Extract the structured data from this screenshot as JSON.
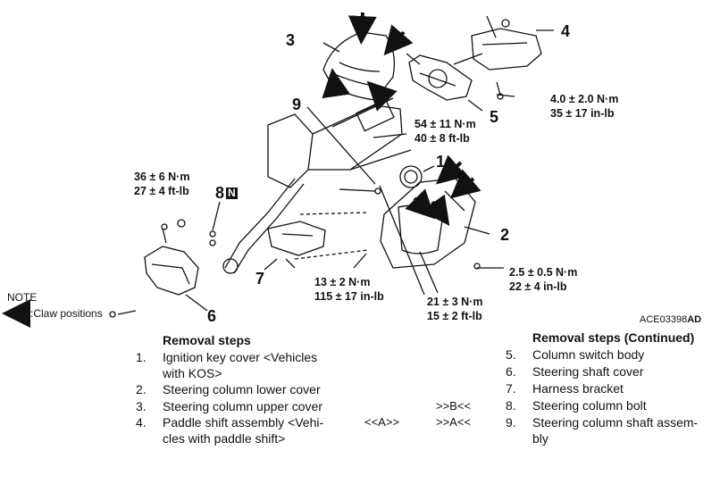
{
  "callouts": {
    "c1": "1",
    "c2": "2",
    "c3": "3",
    "c4": "4",
    "c5": "5",
    "c6": "6",
    "c7": "7",
    "c8": "8",
    "c8_badge": "N",
    "c9": "9"
  },
  "torques": {
    "t_item4": [
      "4.0 ± 2.0 N·m",
      "35 ± 17 in-lb"
    ],
    "t_upper": [
      "54 ± 11 N·m",
      "40 ± 8 ft-lb"
    ],
    "t_bolt8": [
      "36 ± 6 N·m",
      "27 ± 4 ft-lb"
    ],
    "t_bracket": [
      "13 ± 2 N·m",
      "115 ± 17 in-lb"
    ],
    "t_lower": [
      "21 ± 3 N·m",
      "15 ± 2 ft-lb"
    ],
    "t_cover2": [
      "2.5 ± 0.5 N·m",
      "22 ± 4 in-lb"
    ]
  },
  "note": {
    "title": "NOTE",
    "claw": ":Claw positions"
  },
  "figure_id": {
    "code": "ACE03398",
    "suffix": "AD"
  },
  "removal": {
    "title": "Removal steps",
    "steps": [
      {
        "num": "1.",
        "lines": [
          "Ignition key cover <Vehicles",
          "with KOS>"
        ]
      },
      {
        "num": "2.",
        "lines": [
          "Steering column lower cover"
        ]
      },
      {
        "num": "3.",
        "lines": [
          "Steering column upper cover"
        ]
      },
      {
        "num": "4.",
        "lines": [
          "Paddle shift assembly <Vehi-",
          "cles with paddle shift>"
        ]
      }
    ],
    "marks": {
      "a_left": "<<A>>",
      "b_right": ">>B<<",
      "a_right": ">>A<<"
    }
  },
  "removal_continued": {
    "title": "Removal steps (Continued)",
    "steps": [
      {
        "num": "5.",
        "lines": [
          "Column switch body"
        ]
      },
      {
        "num": "6.",
        "lines": [
          "Steering shaft cover"
        ]
      },
      {
        "num": "7.",
        "lines": [
          "Harness bracket"
        ]
      },
      {
        "num": "8.",
        "lines": [
          "Steering column bolt"
        ]
      },
      {
        "num": "9.",
        "lines": [
          "Steering column shaft assem-",
          "bly"
        ]
      }
    ]
  }
}
